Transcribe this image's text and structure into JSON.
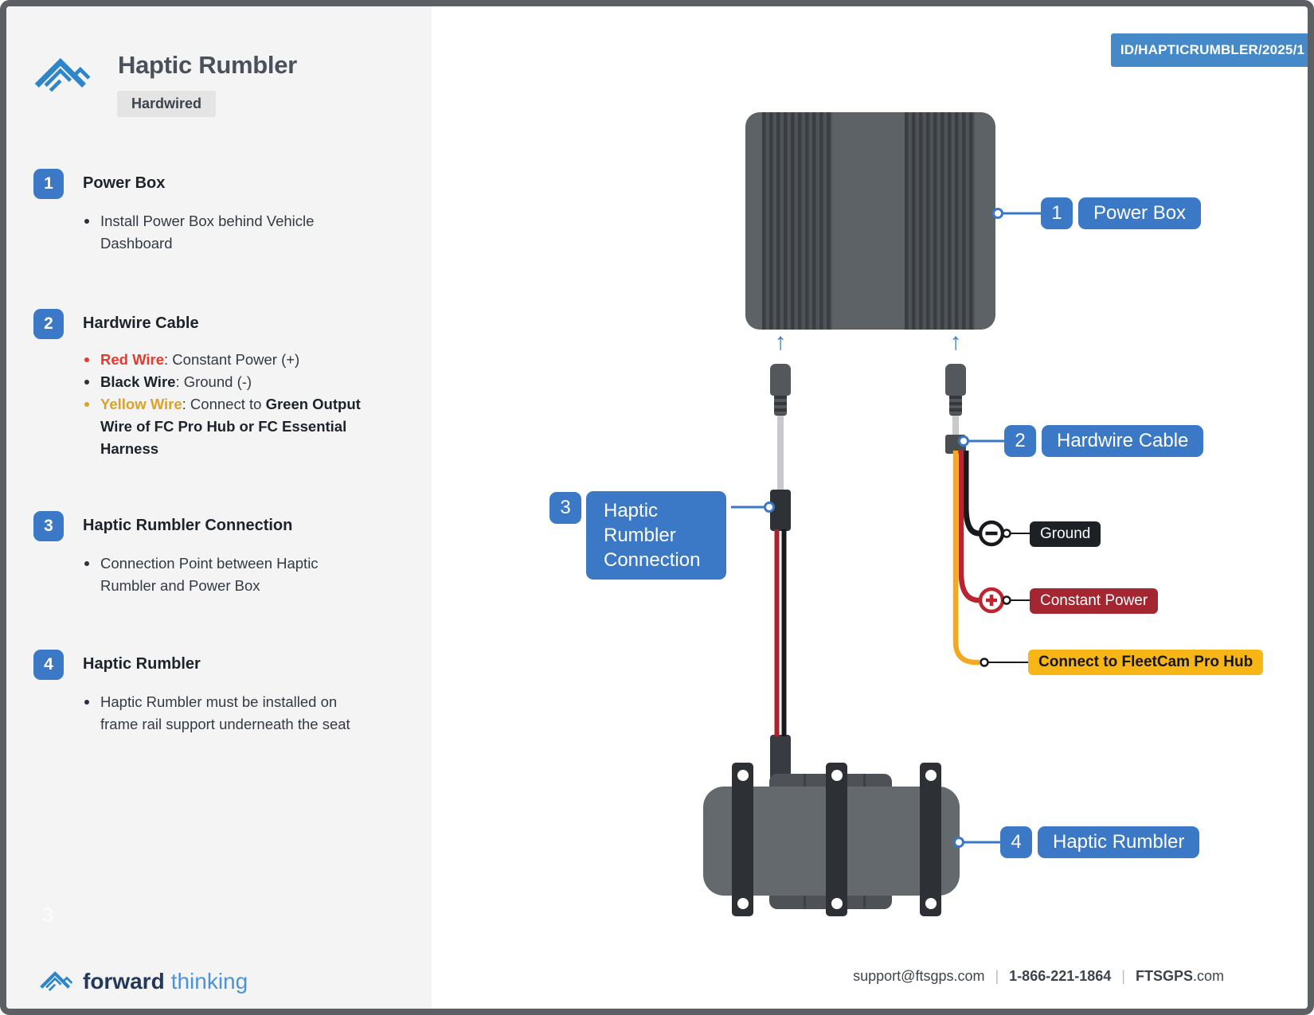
{
  "header": {
    "id_badge": "ID/HAPTICRUMBLER/2025/1"
  },
  "sidebar": {
    "title": "Haptic Rumbler",
    "badge": "Hardwired",
    "items": [
      {
        "num": "1",
        "heading": "Power Box",
        "bullet": "Install Power Box behind Vehicle Dashboard"
      },
      {
        "num": "2",
        "heading": "Hardwire Cable",
        "red_label": "Red Wire",
        "red_rest": ": Constant Power (+)",
        "black_label": "Black Wire",
        "black_rest": ": Ground (-)",
        "yellow_label": "Yellow Wire",
        "yellow_mid": ": Connect to ",
        "yellow_bold": "Green Output Wire of FC Pro Hub or FC Essential Harness"
      },
      {
        "num": "3",
        "heading": "Haptic Rumbler Connection",
        "bullet": "Connection Point between Haptic Rumbler and Power Box"
      },
      {
        "num": "4",
        "heading": "Haptic Rumbler",
        "bullet": "Haptic Rumbler must be installed on frame rail support underneath the seat"
      }
    ],
    "page_number": "3"
  },
  "diagram": {
    "callout1": {
      "num": "1",
      "label": "Power Box"
    },
    "callout2": {
      "num": "2",
      "label": "Hardwire Cable"
    },
    "callout3": {
      "num": "3",
      "label": "Haptic Rumbler Connection"
    },
    "callout4": {
      "num": "4",
      "label": "Haptic Rumbler"
    },
    "ground_label": "Ground",
    "constant_power_label": "Constant Power",
    "hub_label": "Connect to FleetCam Pro Hub",
    "arrow": "↑"
  },
  "footer": {
    "brand_word1": "forward",
    "brand_word2": "thinking",
    "email": "support@ftsgps.com",
    "phone": "1-866-221-1864",
    "site_bold": "FTSGPS",
    "site_rest": ".com",
    "separator": "|"
  },
  "colors": {
    "accent_blue": "#3b78c5",
    "id_badge_blue": "#4689c8",
    "sidebar_bg": "#f4f4f5",
    "red_text": "#e8392e",
    "yellow_text": "#d9a22a",
    "wire_red": "#b22430",
    "wire_black": "#17191c",
    "wire_yellow": "#f6a81e",
    "ground_bg": "#1d2125",
    "constant_bg": "#a32631",
    "hub_bg": "#f7b616",
    "device_gray": "#64696e",
    "frame_border": "#5c6064"
  }
}
